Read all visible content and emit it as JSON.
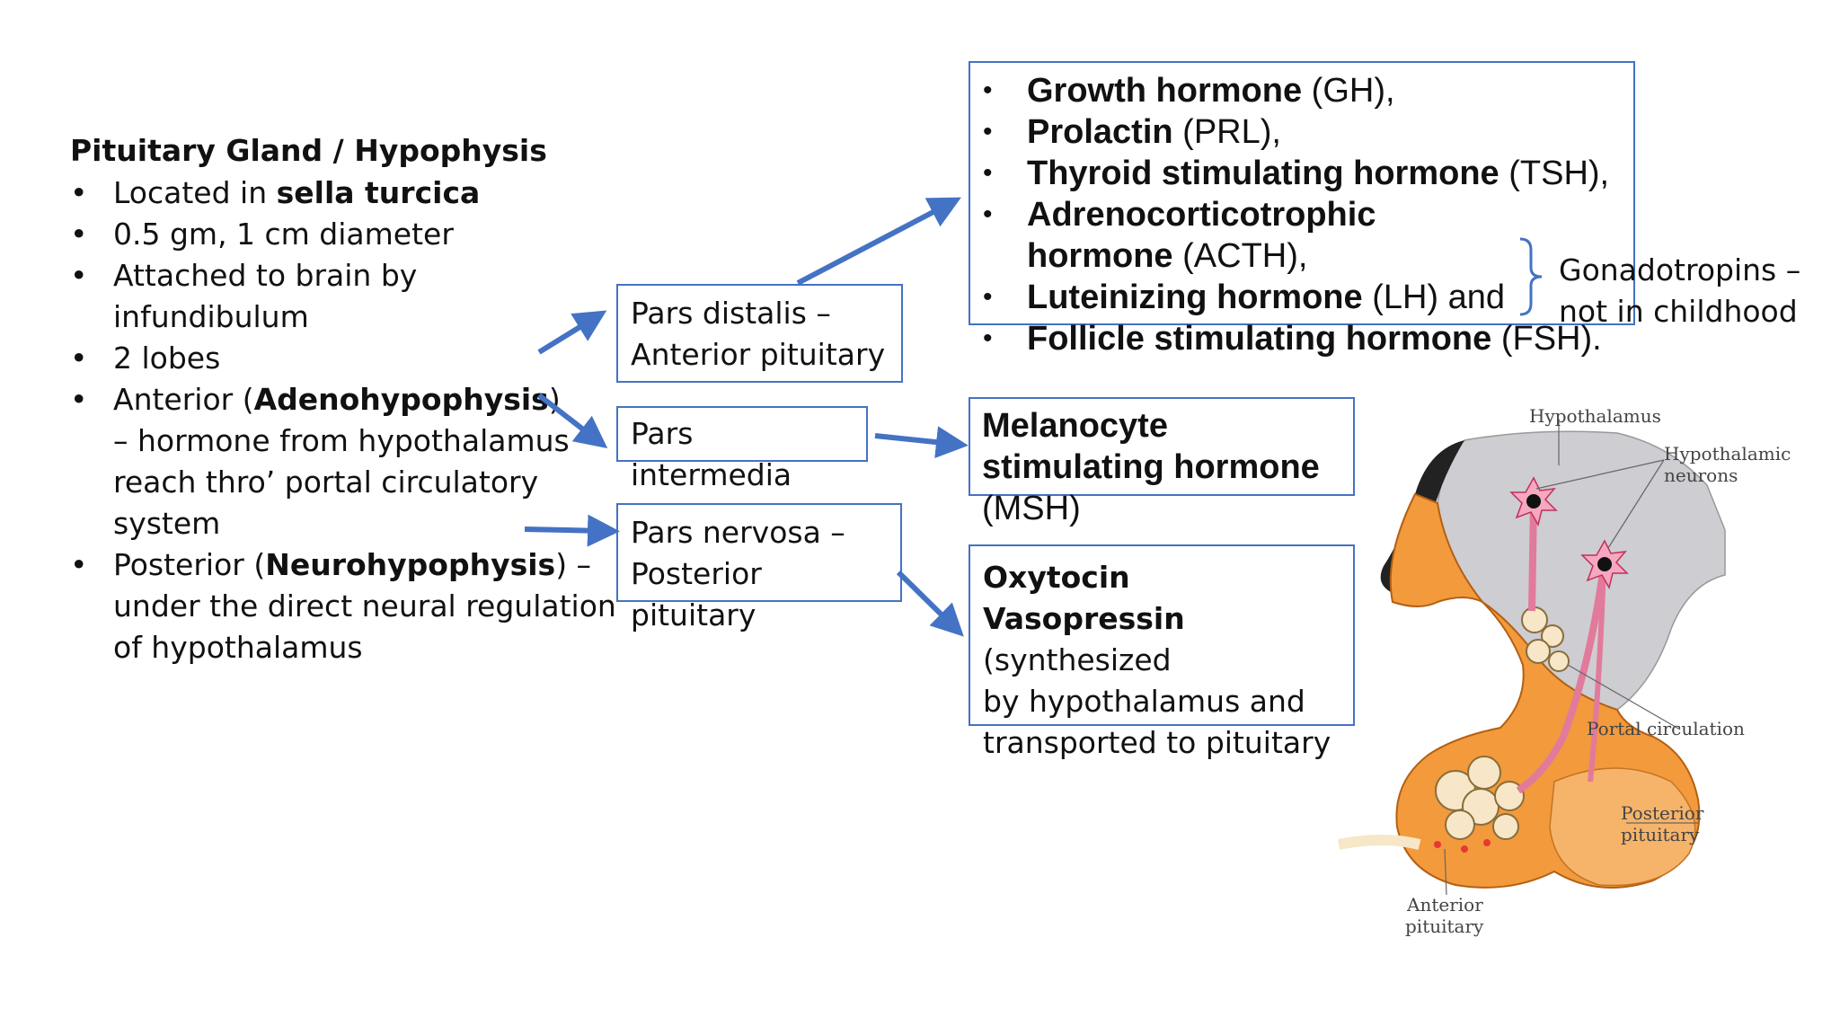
{
  "left": {
    "title": "Pituitary Gland / Hypophysis",
    "items": [
      {
        "pre": "Located in ",
        "bold": "sella turcica",
        "post": ""
      },
      {
        "pre": "0.5 gm, 1 cm diameter",
        "bold": "",
        "post": ""
      },
      {
        "pre": "Attached to brain by infundibulum",
        "bold": "",
        "post": ""
      },
      {
        "pre": "2 lobes",
        "bold": "",
        "post": ""
      },
      {
        "pre": "Anterior (",
        "bold": "Adenohypophysis",
        "post": ") – hormone from hypothalamus reach thro’ portal circulatory system"
      },
      {
        "pre": "Posterior (",
        "bold": "Neurohypophysis",
        "post": ") – under the direct neural regulation of hypothalamus"
      }
    ]
  },
  "middle": {
    "distalis_line1": "Pars distalis –",
    "distalis_line2": "Anterior pituitary",
    "intermedia": "Pars intermedia",
    "nervosa_line1": "Pars nervosa –",
    "nervosa_line2": "Posterior pituitary"
  },
  "hormones": [
    {
      "bold": "Growth hormone",
      "rest": " (GH),"
    },
    {
      "bold": "Prolactin",
      "rest": " (PRL),"
    },
    {
      "bold": "Thyroid stimulating hormone",
      "rest": " (TSH),"
    },
    {
      "bold": "Adrenocorticotrophic hormone",
      "rest": " (ACTH),"
    },
    {
      "bold": "Luteinizing hormone",
      "rest": " (LH) and"
    },
    {
      "bold": "Follicle stimulating hormone",
      "rest": " (FSH)."
    }
  ],
  "gonadotropins": {
    "line1": "Gonadotropins –",
    "line2": "not in childhood"
  },
  "msh": {
    "line1": "Melanocyte",
    "line2": "stimulating hormone",
    "line3": "(MSH)"
  },
  "posterior_hormones": {
    "oxytocin": "Oxytocin",
    "vasopressin": "Vasopressin",
    "note1": " (synthesized",
    "note2": "by hypothalamus and",
    "note3": "transported to pituitary"
  },
  "diagram_labels": {
    "hypothalamus": "Hypothalamus",
    "neurons1": "Hypothalamic",
    "neurons2": "neurons",
    "portal": "Portal circulation",
    "posterior1": "Posterior",
    "posterior2": "pituitary",
    "anterior1": "Anterior",
    "anterior2": "pituitary"
  },
  "colors": {
    "box_border": "#4472c4",
    "arrow": "#4472c4",
    "gland_orange": "#f29a3c",
    "hypothalamus_gray": "#c8c8cc"
  }
}
